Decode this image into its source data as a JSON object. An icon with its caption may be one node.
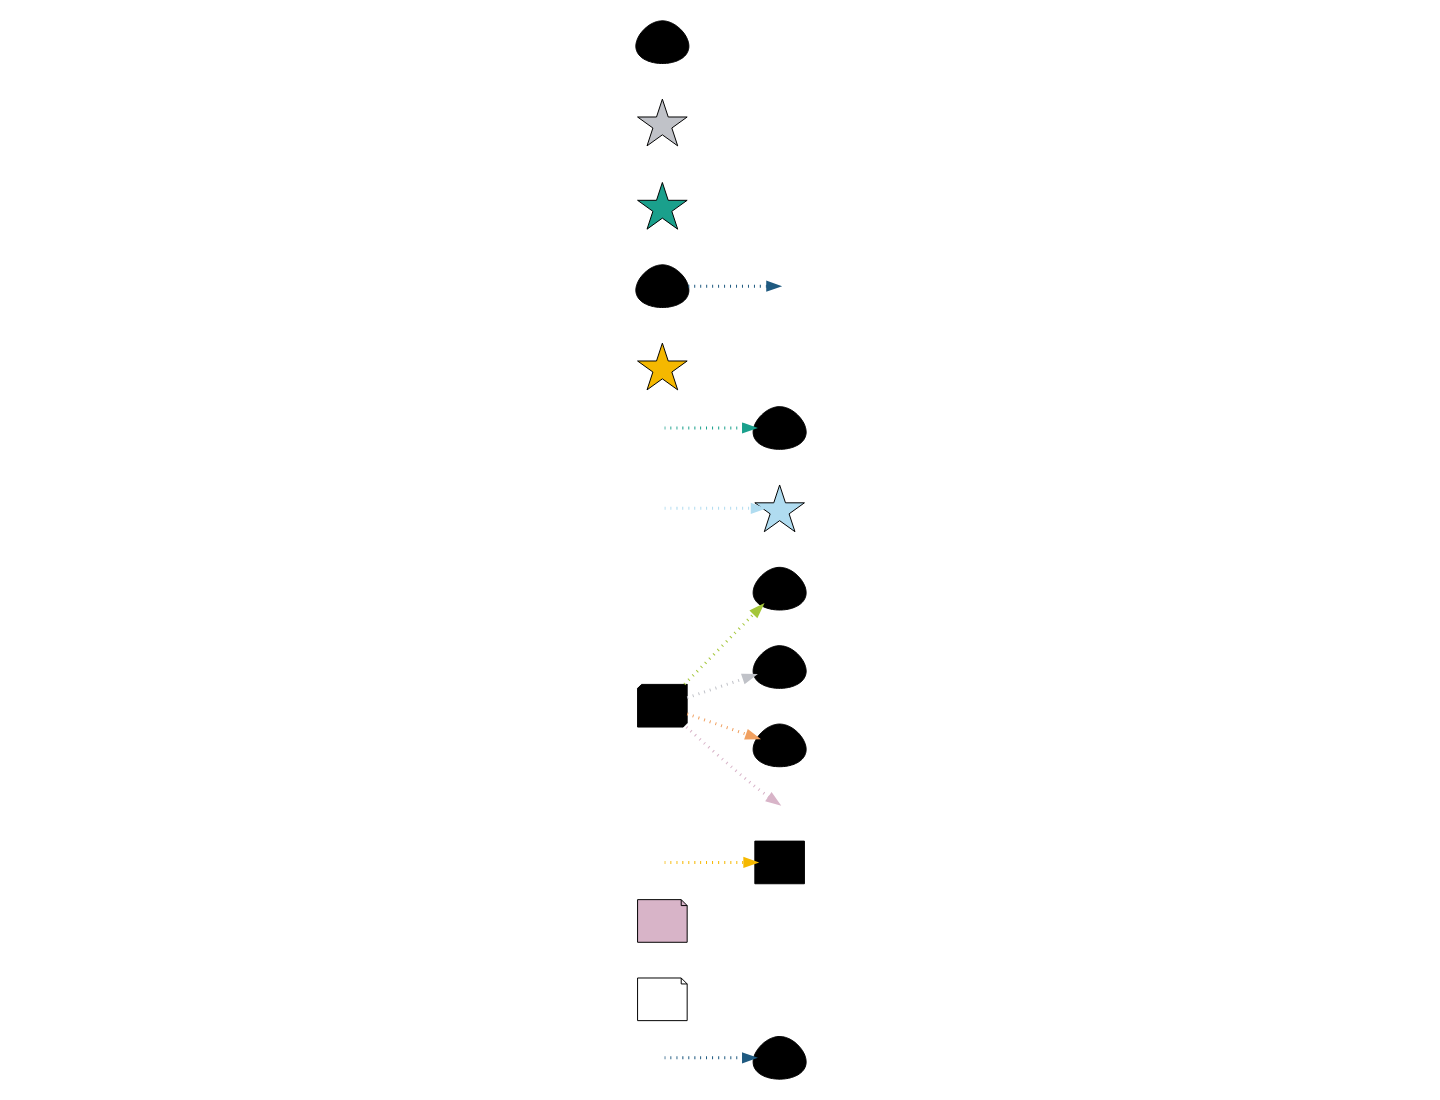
{
  "diagram": {
    "nodes": [
      {
        "text": [],
        "shape": "person"
      },
      {
        "text": [],
        "shape": "bubble"
      },
      {
        "text": [],
        "shape": "bubble"
      },
      {
        "text": [],
        "shape": "building"
      },
      {
        "text": [],
        "shape": "person"
      },
      {
        "text": [],
        "shape": "gear"
      },
      {
        "text": [],
        "shape": "person"
      },
      {
        "text": [],
        "shape": "gear"
      },
      {
        "text": [],
        "shape": "person"
      },
      {
        "text": [],
        "shape": "gear"
      },
      {
        "text": [],
        "shape": "gear"
      },
      {
        "text": [],
        "shape": "person"
      },
      {
        "text": [],
        "shape": "person"
      },
      {
        "text": [],
        "shape": "computer"
      },
      {
        "text": [],
        "shape": "person"
      }
    ],
    "edges": [
      {
        "from": 13,
        "to": 12,
        "arrow": "to",
        "color": "#c0c2c8"
      },
      {
        "from": 13,
        "to": null,
        "arrow": "to",
        "color": "#d8b4c8"
      },
      {
        "from": 13,
        "to": 14,
        "arrow": "to",
        "color": "#f0a060"
      },
      {
        "from": 13,
        "to": 4,
        "arrow": "to",
        "color": "#a4c639"
      },
      {
        "from": null,
        "to": 6,
        "arrow": "to",
        "color": "#1aa08c"
      },
      {
        "from": null,
        "to": 0,
        "arrow": "to",
        "color": "#1f5a80"
      },
      {
        "from": null,
        "to": 5,
        "arrow": "to",
        "color": "#b0dcf0"
      },
      {
        "from": null,
        "to": 3,
        "arrow": "to",
        "color": "#f5b800"
      },
      {
        "from": 8,
        "to": null,
        "arrow": "to",
        "color": "#1f5a80"
      }
    ]
  }
}
